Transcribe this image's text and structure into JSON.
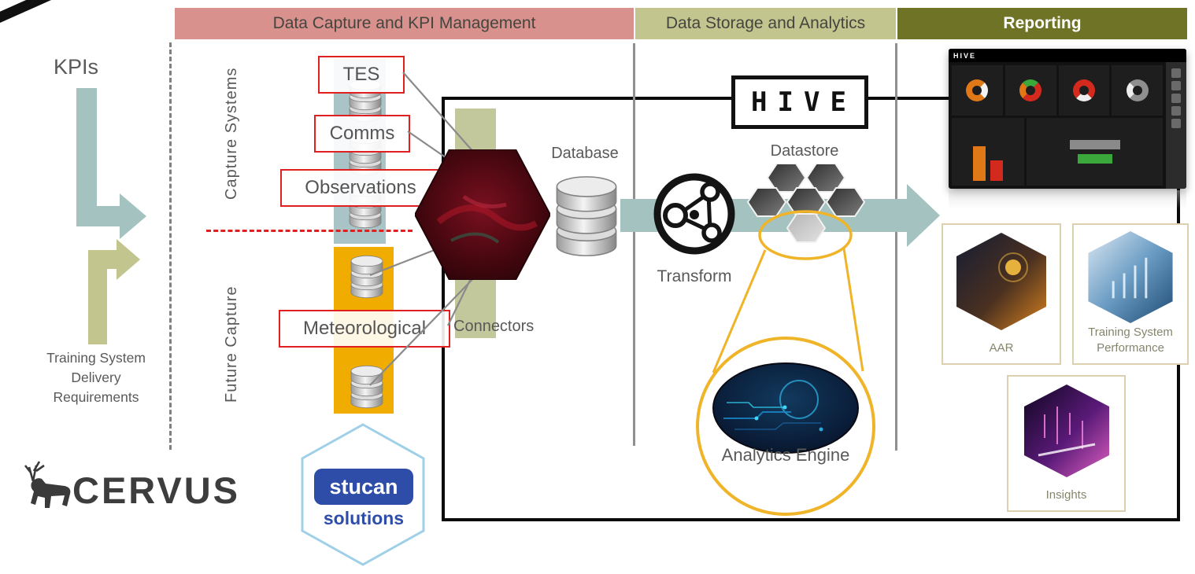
{
  "header": {
    "capture": "Data Capture and KPI Management",
    "storage": "Data Storage and Analytics",
    "reporting": "Reporting"
  },
  "left_panel": {
    "kpis": "KPIs",
    "requirements": "Training System Delivery Requirements",
    "cervus": "CERVUS",
    "stucan": "stucan",
    "solutions": "solutions"
  },
  "capture_column": {
    "capture_systems": "Capture Systems",
    "future_capture": "Future Capture",
    "tes": "TES",
    "comms": "Comms",
    "observations": "Observations",
    "meteorological": "Meteorological",
    "connectors": "Connectors"
  },
  "pipeline": {
    "database": "Database",
    "transform": "Transform",
    "hive": "HIVE",
    "datastore": "Datastore",
    "analytics_engine": "Analytics Engine"
  },
  "reporting_panel": {
    "dashboard_brand": "HIVE",
    "aar": "AAR",
    "tsp": "Training System Performance",
    "insights": "Insights"
  },
  "colors": {
    "header_capture_bg": "#d8918c",
    "header_storage_bg": "#c2c58e",
    "header_reporting_bg": "#6e7326",
    "teal_arrow": "#a3c2c0",
    "olive_arrow": "#c2c58e",
    "capture_band": "#a9c4c7",
    "future_band": "#f0ad00",
    "connector_band": "#c3c79c",
    "highlight_red": "#e02020",
    "magnifier_yellow": "#f0b429",
    "text_gray": "#595959"
  }
}
